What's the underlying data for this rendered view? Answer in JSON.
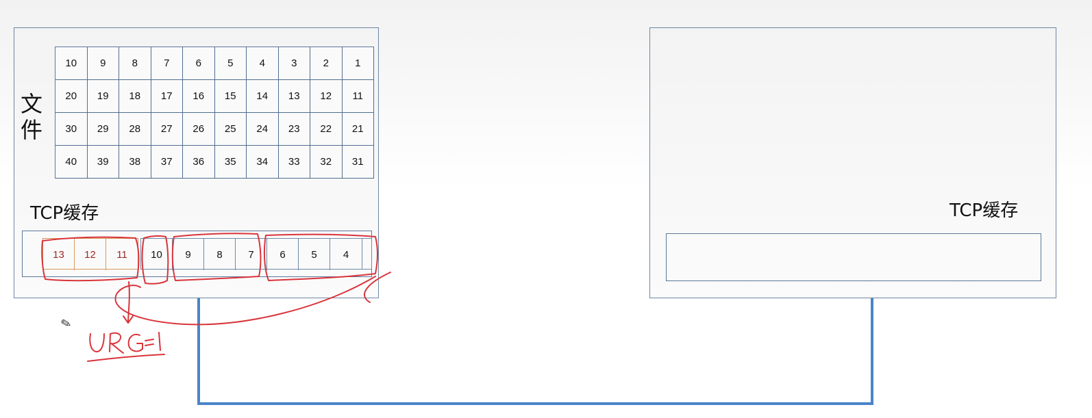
{
  "sender": {
    "file_label": "文件",
    "tcp_label": "TCP缓存",
    "file_grid": [
      [
        "10",
        "9",
        "8",
        "7",
        "6",
        "5",
        "4",
        "3",
        "2",
        "1"
      ],
      [
        "20",
        "19",
        "18",
        "17",
        "16",
        "15",
        "14",
        "13",
        "12",
        "11"
      ],
      [
        "30",
        "29",
        "28",
        "27",
        "26",
        "25",
        "24",
        "23",
        "22",
        "21"
      ],
      [
        "40",
        "39",
        "38",
        "37",
        "36",
        "35",
        "34",
        "33",
        "32",
        "31"
      ]
    ],
    "buffer_urgent": [
      "13",
      "12",
      "11"
    ],
    "buffer_normal": [
      "10",
      "9",
      "8",
      "7",
      "6",
      "5",
      "4"
    ]
  },
  "receiver": {
    "tcp_label": "TCP缓存"
  },
  "annotation": {
    "handwritten": "URG=1",
    "ink_color": "#d9343a"
  },
  "link_color": "#4a84c8"
}
